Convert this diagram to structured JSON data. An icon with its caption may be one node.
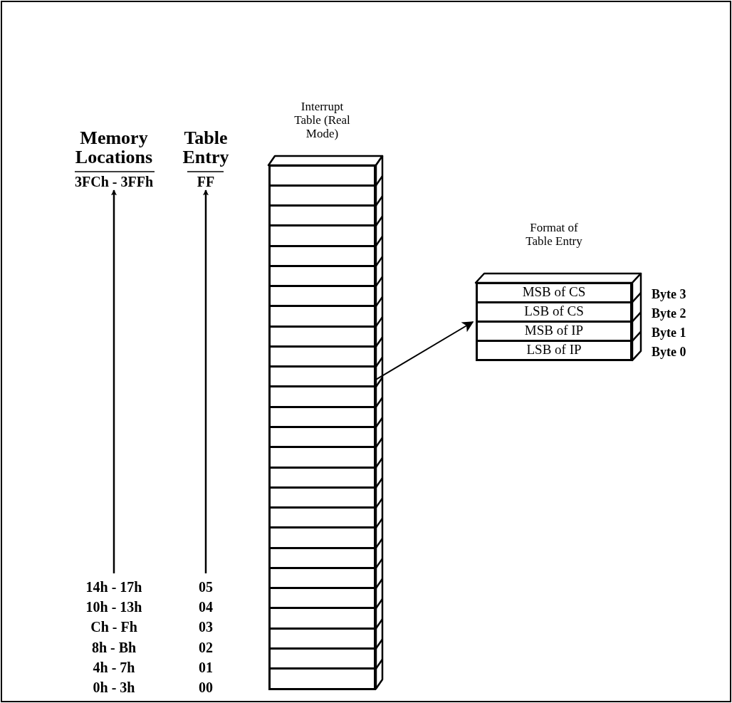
{
  "diagram": {
    "nodes": [
      {
        "text": [
          "Interrupt Table (Real Mode)"
        ]
      },
      {
        "text": [],
        "shape": "box",
        "in": 0
      },
      {
        "text": [],
        "shape": "box",
        "in": 0
      },
      {
        "text": [],
        "shape": "box",
        "in": 0
      },
      {
        "text": [],
        "shape": "box",
        "in": 0
      },
      {
        "text": [],
        "shape": "box",
        "in": 0
      },
      {
        "text": [],
        "shape": "box",
        "in": 0
      },
      {
        "text": [],
        "shape": "box",
        "in": 0
      },
      {
        "text": [],
        "shape": "box",
        "in": 0
      },
      {
        "text": [],
        "shape": "box",
        "in": 0
      },
      {
        "text": [],
        "shape": "box",
        "in": 0
      },
      {
        "text": [],
        "shape": "box",
        "in": 0
      },
      {
        "text": [],
        "shape": "box",
        "in": 0
      },
      {
        "text": [],
        "shape": "box",
        "in": 0
      },
      {
        "text": [],
        "shape": "box",
        "in": 0
      },
      {
        "text": [],
        "shape": "box",
        "in": 0
      },
      {
        "text": [],
        "shape": "box",
        "in": 0
      },
      {
        "text": [],
        "shape": "box",
        "in": 0
      },
      {
        "text": [],
        "shape": "box",
        "in": 0
      },
      {
        "text": [],
        "shape": "box",
        "in": 0
      },
      {
        "text": [],
        "shape": "box",
        "in": 0
      },
      {
        "text": [],
        "shape": "box",
        "in": 0
      },
      {
        "text": [],
        "shape": "box",
        "in": 0
      },
      {
        "text": [],
        "shape": "box",
        "in": 0
      },
      {
        "text": [],
        "shape": "box",
        "in": 0
      },
      {
        "text": [],
        "shape": "box",
        "in": 0
      },
      {
        "text": [],
        "shape": "box",
        "in": 0
      },
      {
        "text": [
          "Format of Table Entry"
        ]
      },
      {
        "text": [
          "MSB of CS"
        ],
        "in": 27,
        "beside": [
          "Byte 3"
        ]
      },
      {
        "text": [
          "LSB of CS"
        ],
        "in": 27,
        "beside": [
          "Byte 2"
        ]
      },
      {
        "text": [
          "MSB of IP"
        ],
        "in": 27,
        "beside": [
          "Byte 1"
        ]
      },
      {
        "text": [
          "LSB of IP"
        ],
        "in": 27,
        "beside": [
          "Byte 0"
        ]
      }
    ],
    "edges": [
      {
        "from": 11,
        "to": 27,
        "arrow": "to"
      }
    ],
    "labels": [
      "Memory Locations",
      "Table Entry",
      "3FCh - 3FFh",
      "FF",
      "14h - 17h",
      "05",
      "10h - 13h",
      "04",
      "Ch - Fh",
      "03",
      "8h - Bh",
      "02",
      "4h - 7h",
      "01",
      "0h - 3h",
      "00"
    ]
  }
}
